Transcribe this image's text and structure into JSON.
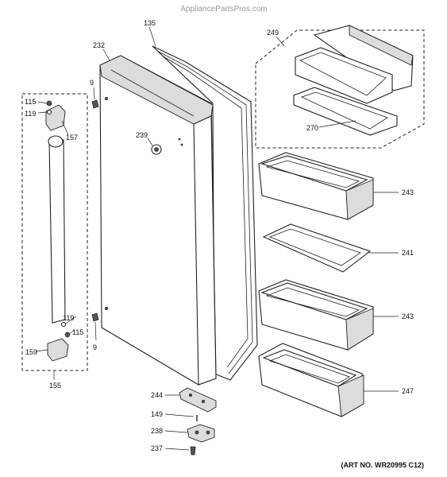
{
  "watermark": "AppliancePartsPros.com",
  "art_number": "(ART NO. WR20995 C12)",
  "parts": {
    "door_gasket": "135",
    "door_outer": "232",
    "screw_top": "9",
    "screw_bottom": "9",
    "screw_115_top": "115",
    "washer_119_top": "119",
    "handle_cap_top": "157",
    "handle_assembly": "155",
    "washer_119_bottom": "119",
    "screw_115_bottom": "115",
    "handle_cap_bottom": "159",
    "door_plug": "239",
    "bin_assembly": "249",
    "bin_support": "270",
    "bin_upper": "243",
    "shelf_cover": "241",
    "bin_lower": "243",
    "bin_bottom": "247",
    "hinge": "244",
    "hinge_pin": "149",
    "cam": "238",
    "cam_screw": "237"
  },
  "colors": {
    "line": "#222222",
    "watermark": "#9a9a9a",
    "shade": "#dcdcdc"
  }
}
